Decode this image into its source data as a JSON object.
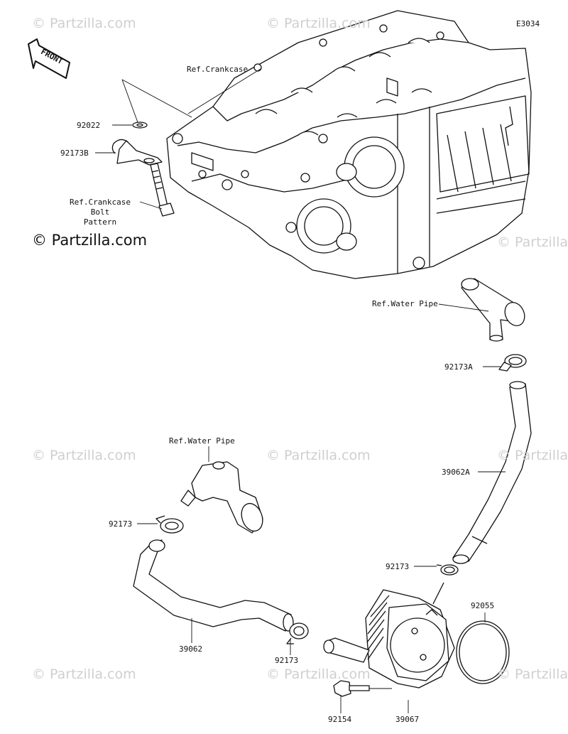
{
  "diagram_code": "E3034",
  "front_label": "FRONT",
  "watermark": "© Partzilla.com",
  "labels": {
    "ref_crankcase": "Ref.Crankcase",
    "p92022": "92022",
    "p92173B": "92173B",
    "ref_bolt_pattern": [
      "Ref.Crankcase",
      "Bolt",
      "Pattern"
    ],
    "ref_water_pipe_top": "Ref.Water Pipe",
    "p92173A": "92173A",
    "p39062A": "39062A",
    "ref_water_pipe_left": "Ref.Water Pipe",
    "p92173_left": "92173",
    "p92173_mid": "92173",
    "p92055": "92055",
    "p39062": "39062",
    "p92173_bottom": "92173",
    "p92154": "92154",
    "p39067": "39067"
  }
}
